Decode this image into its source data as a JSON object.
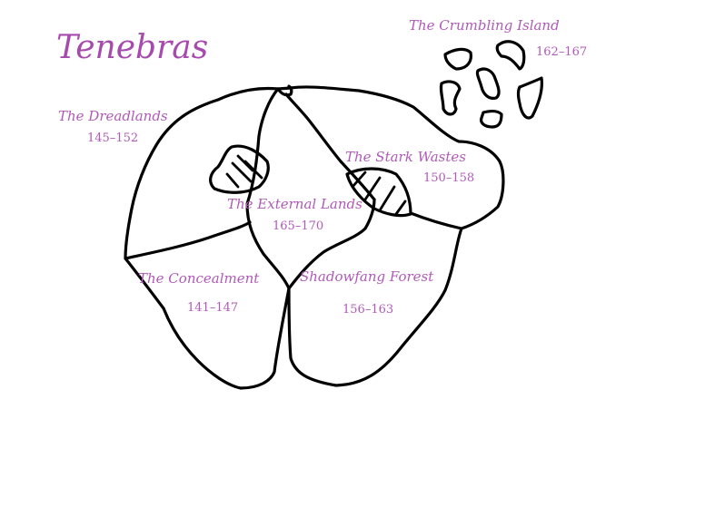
{
  "map": {
    "title": "Tenebras",
    "label_color": "#b05ab8",
    "regions": [
      {
        "name": "The Dreadlands",
        "range": "145–152"
      },
      {
        "name": "The External Lands",
        "range": "165–170"
      },
      {
        "name": "The Stark Wastes",
        "range": "150–158"
      },
      {
        "name": "The Concealment",
        "range": "141–147"
      },
      {
        "name": "Shadowfang Forest",
        "range": "156–163"
      },
      {
        "name": "The Crumbling Island",
        "range": "162–167"
      }
    ]
  }
}
